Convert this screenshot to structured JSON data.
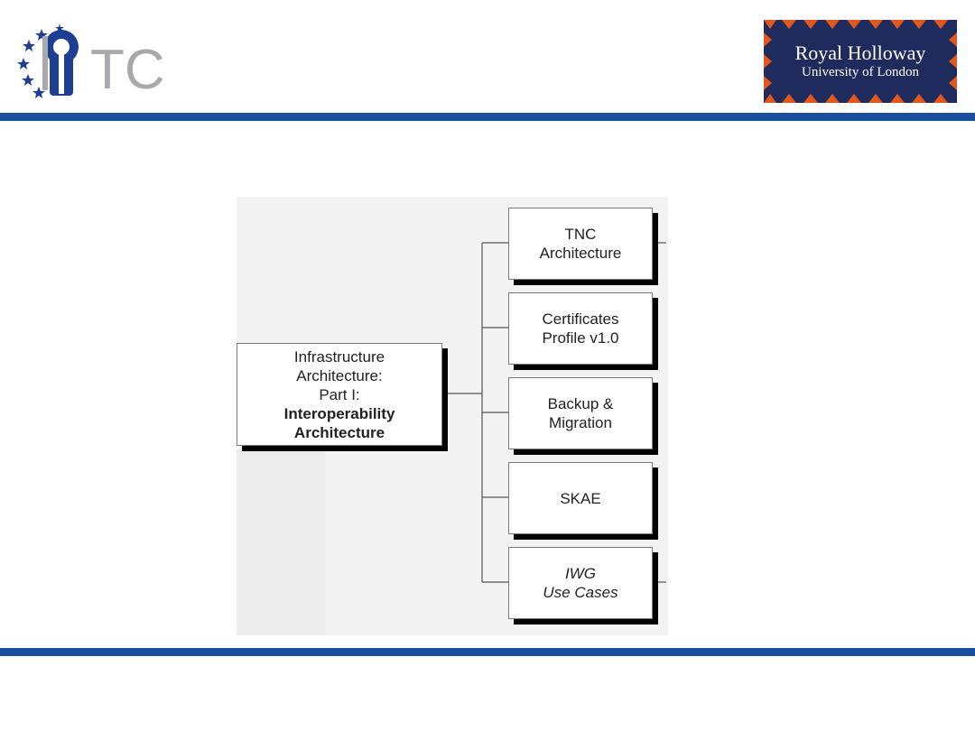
{
  "header": {
    "left_logo": {
      "text": "TC",
      "icon": "keyhole-star-ring-logo",
      "color": "#a9a9ad",
      "star_color": "#1c3f94"
    },
    "right_logo": {
      "line1": "Royal Holloway",
      "line2": "University of London",
      "bg": "#1f2b5c",
      "pattern_color": "#e2581c"
    },
    "bar_color": "#1a4fa0"
  },
  "diagram": {
    "root": {
      "lines": [
        "Infrastructure",
        "Architecture:",
        "Part I:"
      ],
      "bold_lines": [
        "Interoperability",
        "Architecture"
      ]
    },
    "children": [
      {
        "lines": [
          "TNC",
          "Architecture"
        ],
        "italic": false
      },
      {
        "lines": [
          "Certificates",
          "Profile v1.0"
        ],
        "italic": false
      },
      {
        "lines": [
          "Backup &",
          "Migration"
        ],
        "italic": false
      },
      {
        "lines": [
          "SKAE"
        ],
        "italic": false
      },
      {
        "lines": [
          "IWG",
          "Use Cases"
        ],
        "italic": true
      }
    ]
  }
}
